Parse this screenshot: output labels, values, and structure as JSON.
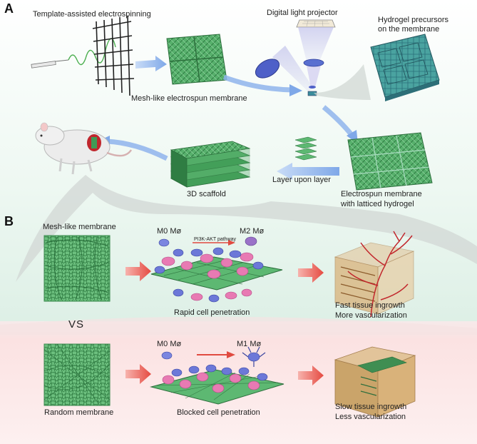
{
  "panels": {
    "a": "A",
    "b": "B"
  },
  "section_a": {
    "electrospinning": "Template-assisted electrospinning",
    "projector": "Digital light projector",
    "precursor_line1": "Hydrogel precursors",
    "precursor_line2": "on the membrane",
    "mesh_membrane": "Mesh-like electrospun membrane",
    "scaffold": "3D scaffold",
    "layer": "Layer upon layer",
    "latticed_line1": "Electrospun membrane",
    "latticed_line2": "with latticed hydrogel"
  },
  "section_b": {
    "mesh_title": "Mesh-like membrane",
    "m0_top": "M0 Mø",
    "m2": "M2 Mø",
    "pathway": "PI3K-AKT pathway",
    "rapid": "Rapid cell penetration",
    "fast_line1": "Fast tissue ingrowth",
    "fast_line2": "More vascularization",
    "vs": "VS",
    "m0_bottom": "M0 Mø",
    "m1": "M1 Mø",
    "random_title": "Random membrane",
    "blocked": "Blocked cell penetration",
    "slow_line1": "Slow tissue ingrowth",
    "slow_line2": "Less vascularization"
  },
  "colors": {
    "top_bg": "#eaf6f0",
    "bottom_bg": "#fbe4e4",
    "fiber_green": "#3f9a55",
    "blue_arrow": "#8fb4ec",
    "red_arrow": "#e8574f",
    "pink_cell": "#e87ab3",
    "blue_cell": "#6c78d8",
    "vessel_red": "#c2272d",
    "tissue_tan": "#caa46a"
  }
}
